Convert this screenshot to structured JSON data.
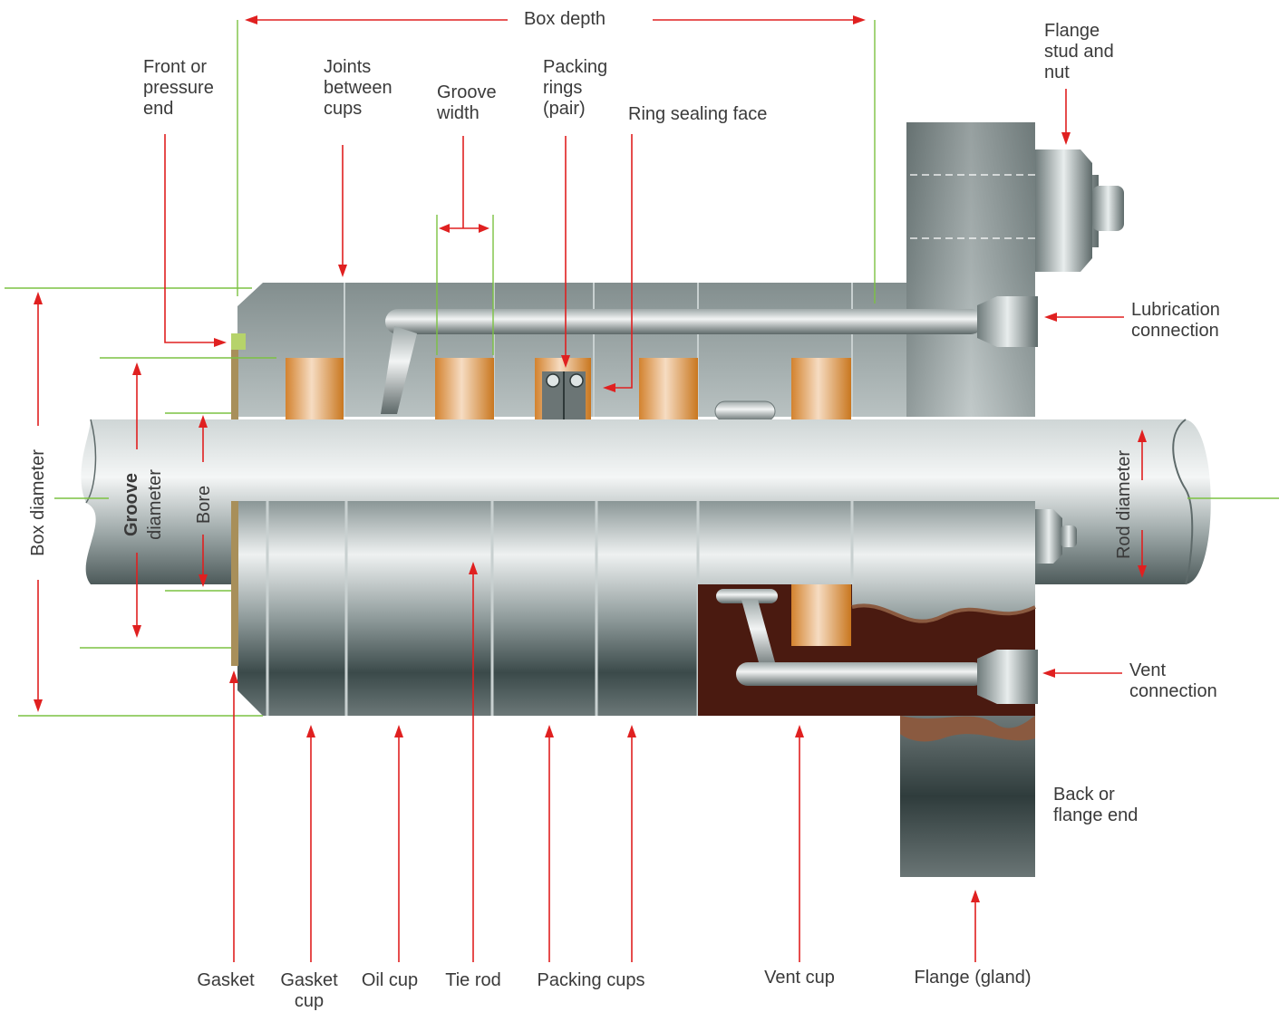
{
  "labels": {
    "box_depth": "Box depth",
    "flange_stud": [
      "Flange",
      "stud and",
      "nut"
    ],
    "front_end": [
      "Front or",
      "pressure",
      "end"
    ],
    "joints": [
      "Joints",
      "between",
      "cups"
    ],
    "groove_width": [
      "Groove",
      "width"
    ],
    "packing_rings": [
      "Packing",
      "rings",
      "(pair)"
    ],
    "ring_sealing_face": "Ring sealing face",
    "lubrication": [
      "Lubrication",
      "connection"
    ],
    "vent_connection": [
      "Vent",
      "connection"
    ],
    "back_end": [
      "Back or",
      "flange end"
    ],
    "box_diameter": "Box diameter",
    "groove_diameter": [
      "Groove",
      "diameter"
    ],
    "bore": "Bore",
    "rod_diameter": "Rod diameter",
    "gasket": "Gasket",
    "gasket_cup": [
      "Gasket",
      "cup"
    ],
    "oil_cup": "Oil cup",
    "tie_rod": "Tie rod",
    "packing_cups": "Packing cups",
    "vent_cup": "Vent cup",
    "flange_gland": "Flange (gland)"
  },
  "colors": {
    "arrow": "#e02020",
    "guide_line": "#7cc242",
    "steel_dark": "#3f4f4f",
    "steel_light": "#e6eaea",
    "bronze": "#d98a3a",
    "cutaway": "#4a1a10",
    "gasket": "#a88f5a"
  }
}
